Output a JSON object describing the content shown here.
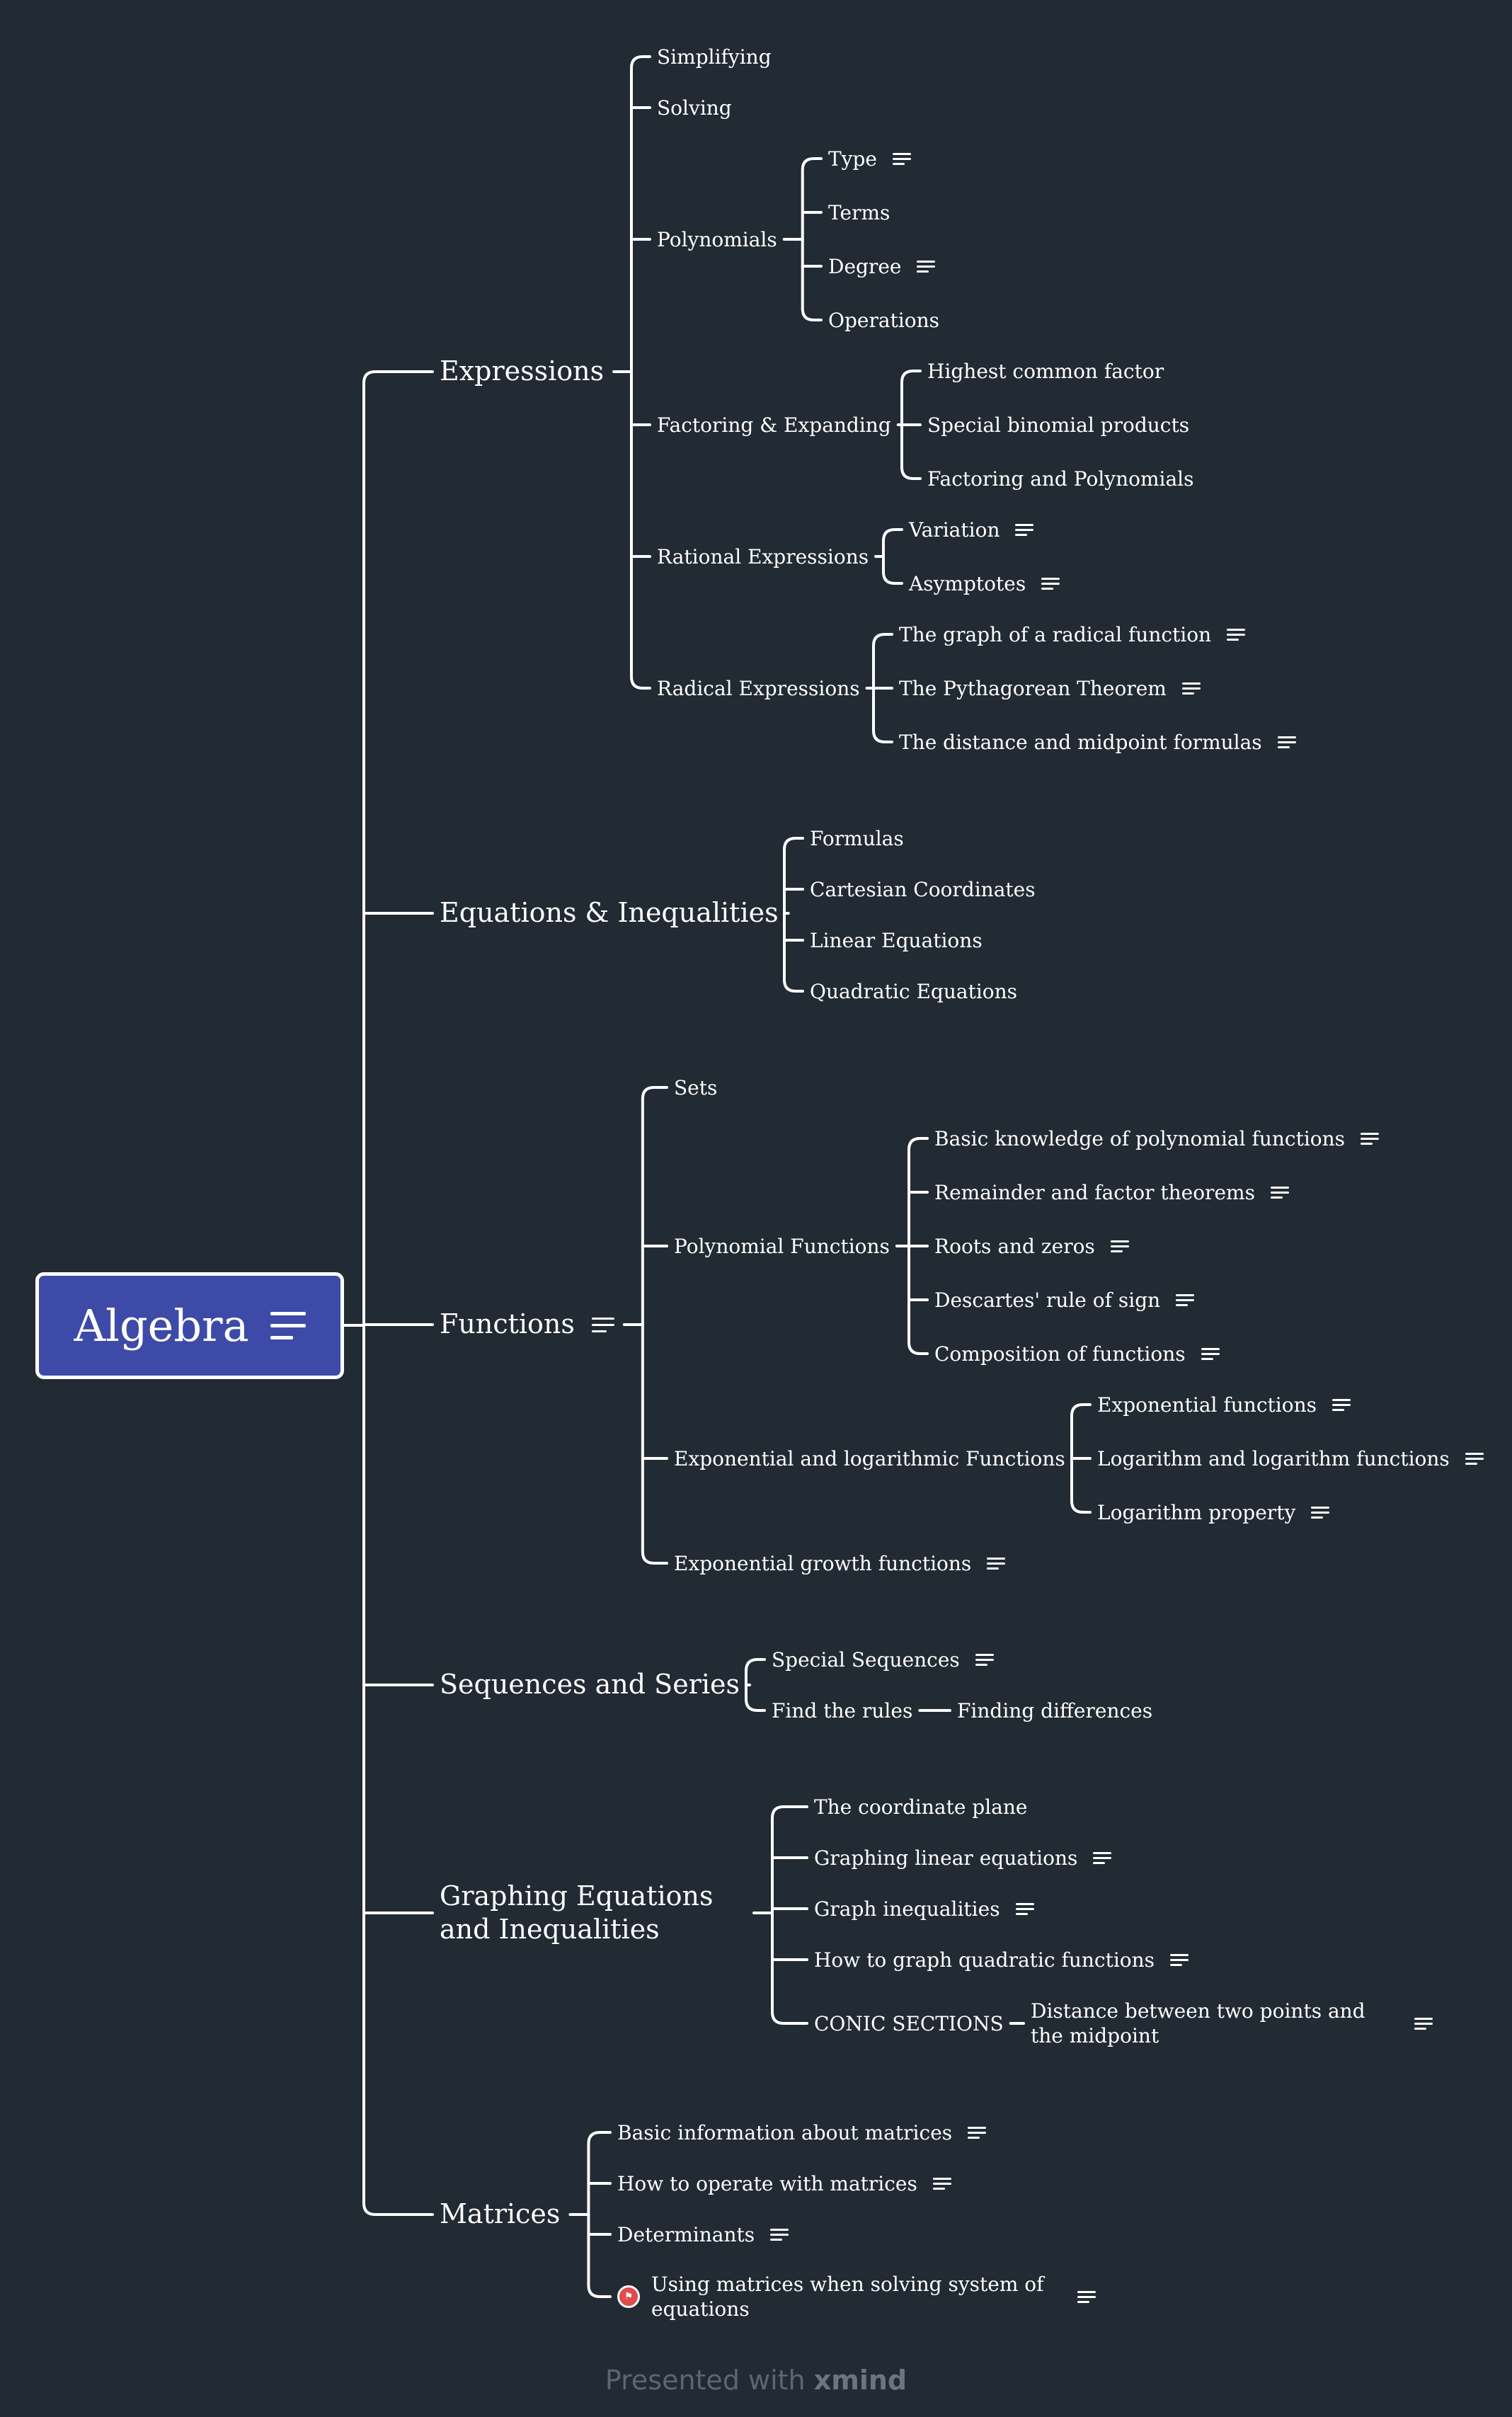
{
  "root": {
    "label": "Algebra",
    "has_note": true
  },
  "colors": {
    "background": "#222a33",
    "root_fill": "#3d4aa8",
    "line": "#ffffff",
    "text": "#ffffff",
    "flag": "#e04b4b"
  },
  "branches": [
    {
      "label": "Expressions",
      "children": [
        {
          "label": "Simplifying"
        },
        {
          "label": "Solving"
        },
        {
          "label": "Polynomials",
          "children": [
            {
              "label": "Type",
              "note": true
            },
            {
              "label": "Terms"
            },
            {
              "label": "Degree",
              "note": true
            },
            {
              "label": "Operations"
            }
          ]
        },
        {
          "label": "Factoring & Expanding",
          "children": [
            {
              "label": "Highest common factor"
            },
            {
              "label": "Special binomial products"
            },
            {
              "label": "Factoring and Polynomials"
            }
          ]
        },
        {
          "label": "Rational Expressions",
          "children": [
            {
              "label": "Variation",
              "note": true
            },
            {
              "label": "Asymptotes",
              "note": true
            }
          ]
        },
        {
          "label": "Radical Expressions",
          "children": [
            {
              "label": "The graph of a radical function",
              "note": true
            },
            {
              "label": "The Pythagorean Theorem",
              "note": true
            },
            {
              "label": "The distance and midpoint formulas",
              "note": true
            }
          ]
        }
      ]
    },
    {
      "label": "Equations & Inequalities",
      "children": [
        {
          "label": "Formulas"
        },
        {
          "label": "Cartesian Coordinates"
        },
        {
          "label": "Linear Equations"
        },
        {
          "label": "Quadratic Equations"
        }
      ]
    },
    {
      "label": "Functions",
      "note": true,
      "children": [
        {
          "label": "Sets"
        },
        {
          "label": "Polynomial Functions",
          "children": [
            {
              "label": "Basic knowledge of polynomial functions",
              "note": true
            },
            {
              "label": "Remainder and factor theorems",
              "note": true
            },
            {
              "label": "Roots and zeros",
              "note": true
            },
            {
              "label": "Descartes' rule of sign",
              "note": true
            },
            {
              "label": "Composition of functions",
              "note": true
            }
          ]
        },
        {
          "label": "Exponential and logarithmic Functions",
          "children": [
            {
              "label": "Exponential functions",
              "note": true
            },
            {
              "label": "Logarithm and logarithm functions",
              "note": true
            },
            {
              "label": "Logarithm property",
              "note": true
            }
          ]
        },
        {
          "label": "Exponential growth functions",
          "note": true
        }
      ]
    },
    {
      "label": "Sequences and Series",
      "children": [
        {
          "label": "Special Sequences",
          "note": true
        },
        {
          "label": "Find the rules",
          "children": [
            {
              "label": "Finding differences"
            }
          ]
        }
      ]
    },
    {
      "label": "Graphing Equations and Inequalities",
      "children": [
        {
          "label": "The coordinate plane"
        },
        {
          "label": "Graphing linear equations",
          "note": true
        },
        {
          "label": "Graph inequalities",
          "note": true
        },
        {
          "label": "How to graph quadratic functions",
          "note": true
        },
        {
          "label": "CONIC SECTIONS",
          "children": [
            {
              "label": "Distance between two points and the midpoint",
              "note": true
            }
          ]
        }
      ]
    },
    {
      "label": "Matrices",
      "children": [
        {
          "label": "Basic information about matrices",
          "note": true
        },
        {
          "label": "How to operate with matrices",
          "note": true
        },
        {
          "label": "Determinants",
          "note": true
        },
        {
          "label": "Using matrices when solving system of equations",
          "note": true,
          "flag": true
        }
      ]
    }
  ],
  "footer": {
    "prefix": "Presented with",
    "brand": "xmind"
  }
}
